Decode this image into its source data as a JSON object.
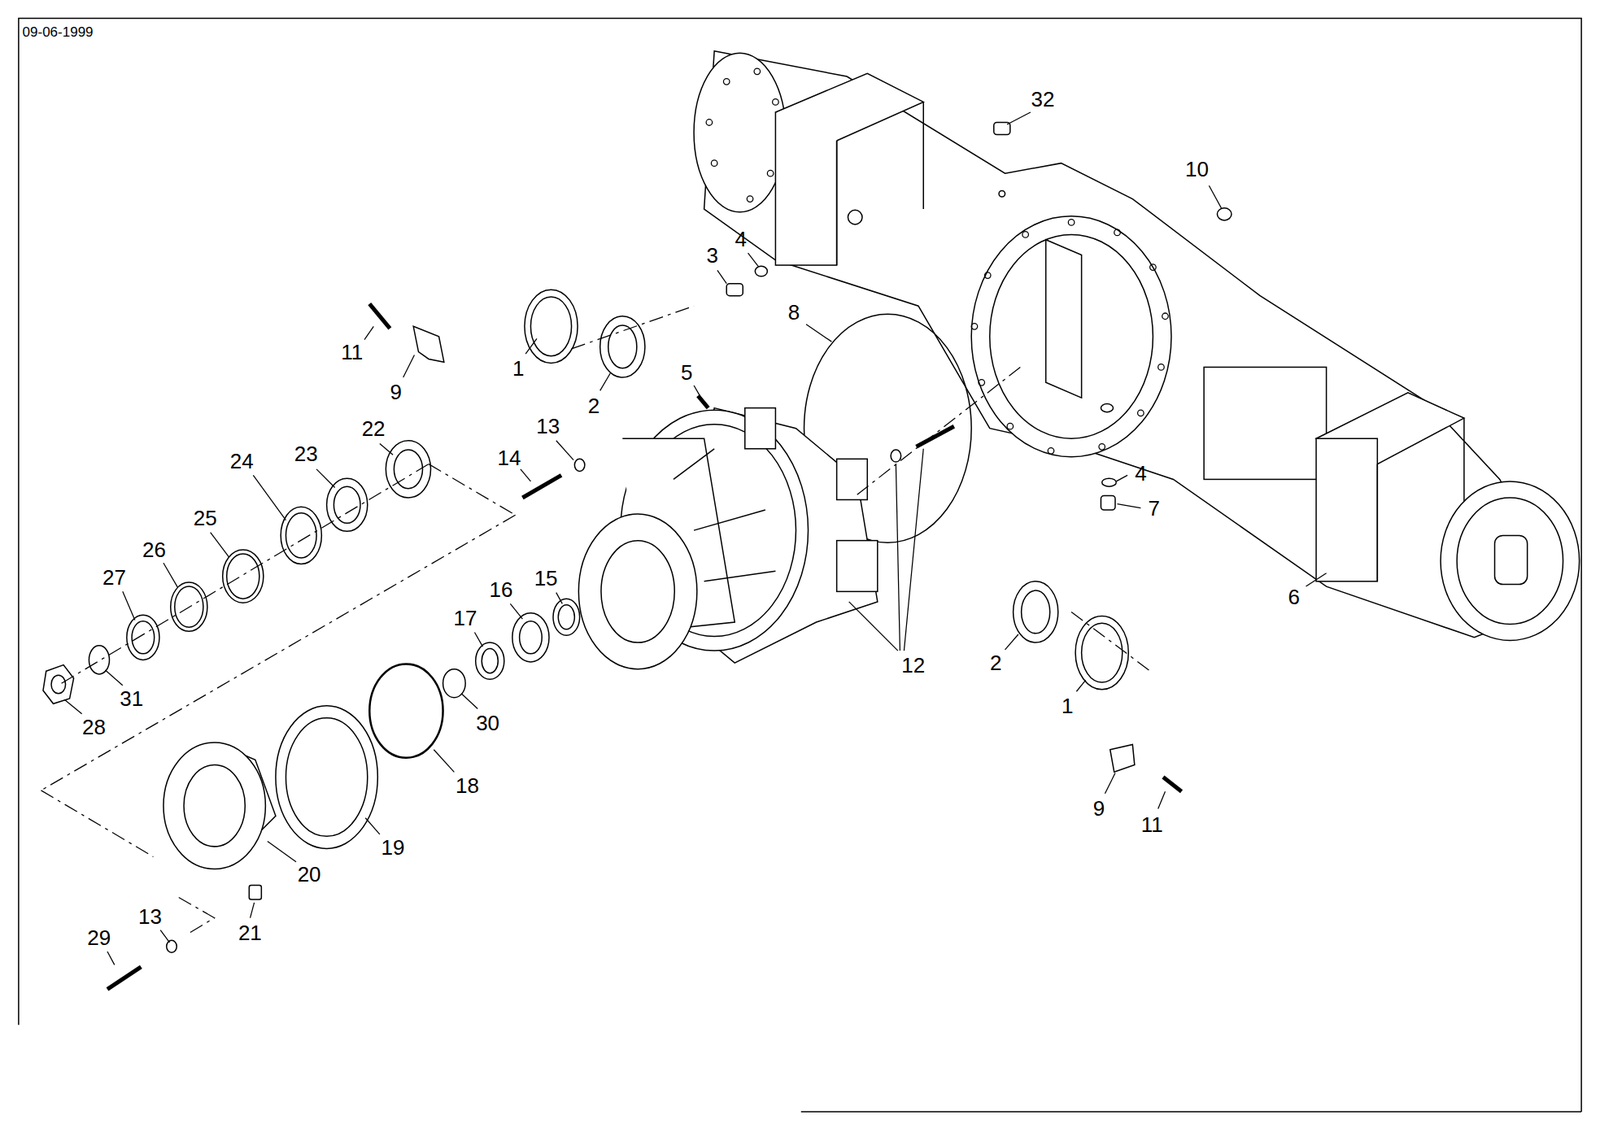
{
  "diagram": {
    "labels": [
      "09-06-1999",
      "32",
      "10",
      "3",
      "4",
      "8",
      "11",
      "1",
      "9",
      "2",
      "5",
      "13",
      "22",
      "14",
      "24",
      "23",
      "4",
      "7",
      "25",
      "26",
      "15",
      "16",
      "27",
      "17",
      "12",
      "2",
      "6",
      "31",
      "28",
      "30",
      "1",
      "18",
      "9",
      "11",
      "19",
      "20",
      "13",
      "21",
      "29"
    ]
  }
}
